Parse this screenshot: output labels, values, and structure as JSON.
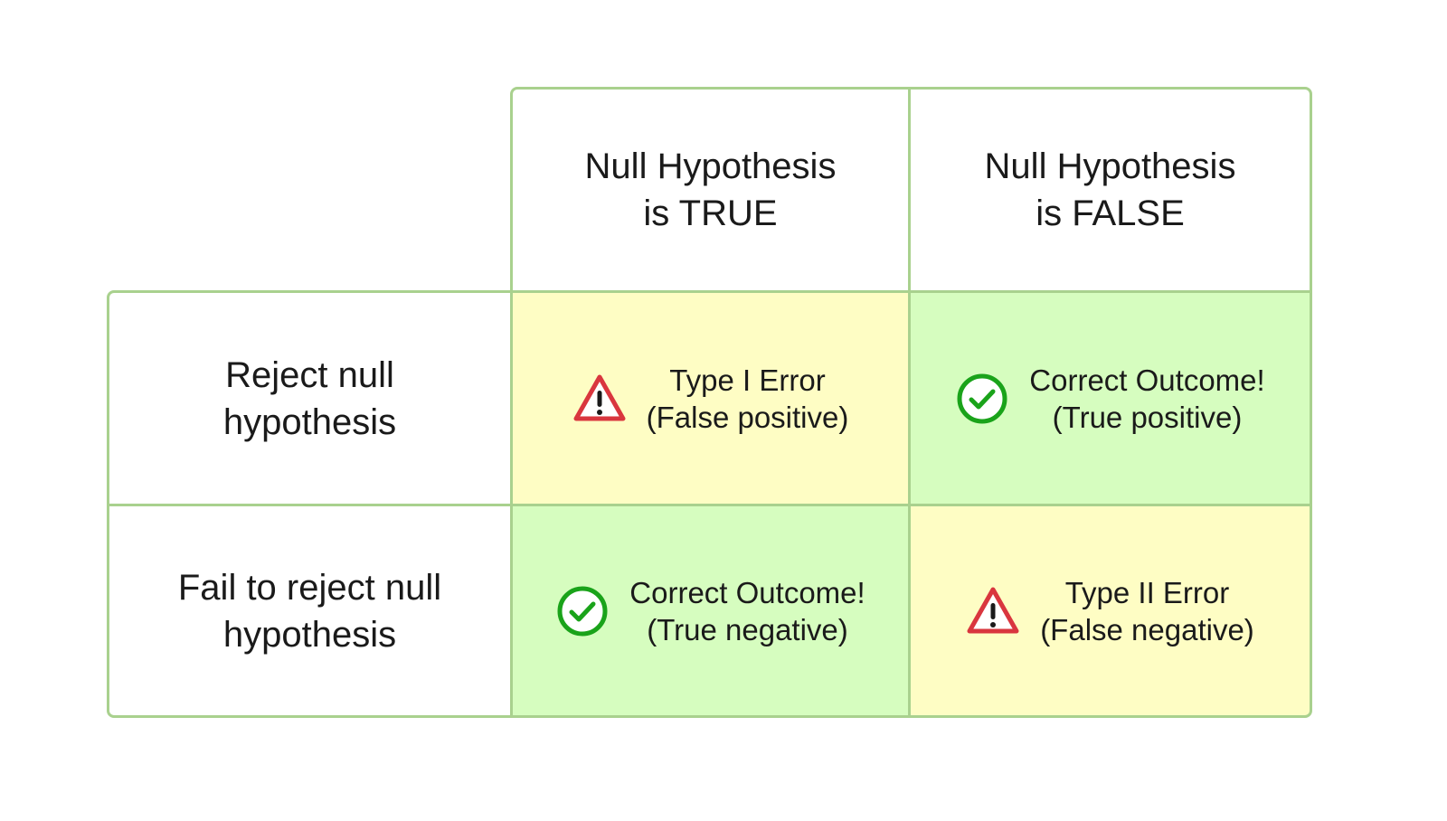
{
  "columns": [
    {
      "line1": "Null Hypothesis",
      "line2": "is TRUE"
    },
    {
      "line1": "Null Hypothesis",
      "line2": "is FALSE"
    }
  ],
  "rows": [
    {
      "line1": "Reject null",
      "line2": "hypothesis"
    },
    {
      "line1": "Fail to reject null",
      "line2": "hypothesis"
    }
  ],
  "cells": {
    "reject_true": {
      "title": "Type I Error",
      "subtitle": "(False positive)",
      "icon": "warning-icon",
      "color": "#fefdc4"
    },
    "reject_false": {
      "title": "Correct Outcome!",
      "subtitle": "(True positive)",
      "icon": "check-circle-icon",
      "color": "#d6fdbf"
    },
    "fail_true": {
      "title": "Correct Outcome!",
      "subtitle": "(True negative)",
      "icon": "check-circle-icon",
      "color": "#d6fdbf"
    },
    "fail_false": {
      "title": "Type II Error",
      "subtitle": "(False negative)",
      "icon": "warning-icon",
      "color": "#fefdc4"
    }
  },
  "colors": {
    "border": "#a9d18e",
    "warning": "#d9363e",
    "check": "#1aa31a"
  }
}
